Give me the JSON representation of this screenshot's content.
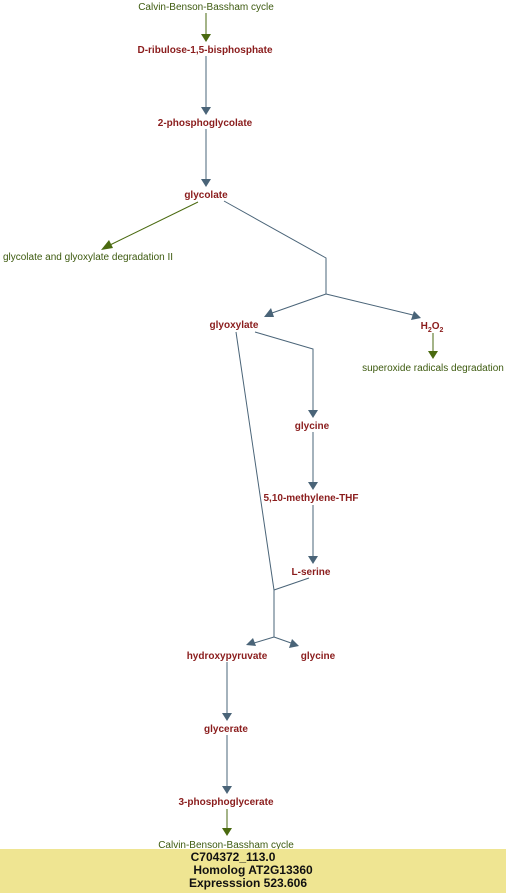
{
  "pathway": {
    "top_input": "Calvin-Benson-Bassham cycle",
    "compounds": {
      "rubp": "D-ribulose-1,5-bisphosphate",
      "phosphoglycolate": "2-phosphoglycolate",
      "glycolate": "glycolate",
      "glyoxylate": "glyoxylate",
      "h2o2_main": "H",
      "h2o2_sub1": "2",
      "h2o2_mid": "O",
      "h2o2_sub2": "2",
      "glycine": "glycine",
      "methylene_thf": "5,10-methylene-THF",
      "serine": "L-serine",
      "hydroxypyruvate": "hydroxypyruvate",
      "glycine2": "glycine",
      "glycerate": "glycerate",
      "phosphoglycerate": "3-phosphoglycerate"
    },
    "external": {
      "glycolate_degradation": "glycolate and glyoxylate degradation II",
      "superoxide": "superoxide radicals degradation",
      "bottom_output": "Calvin-Benson-Bassham cycle"
    }
  },
  "info_panel": {
    "line1": "C704372_113.0",
    "line2": "Homolog AT2G13360",
    "line3": "Expresssion 523.606"
  },
  "colors": {
    "compound": "#8a1c1c",
    "external_pathway": "#3d5a0f",
    "edge": "#4a6478",
    "external_edge": "#4a6a10",
    "info_background": "#efe592"
  }
}
